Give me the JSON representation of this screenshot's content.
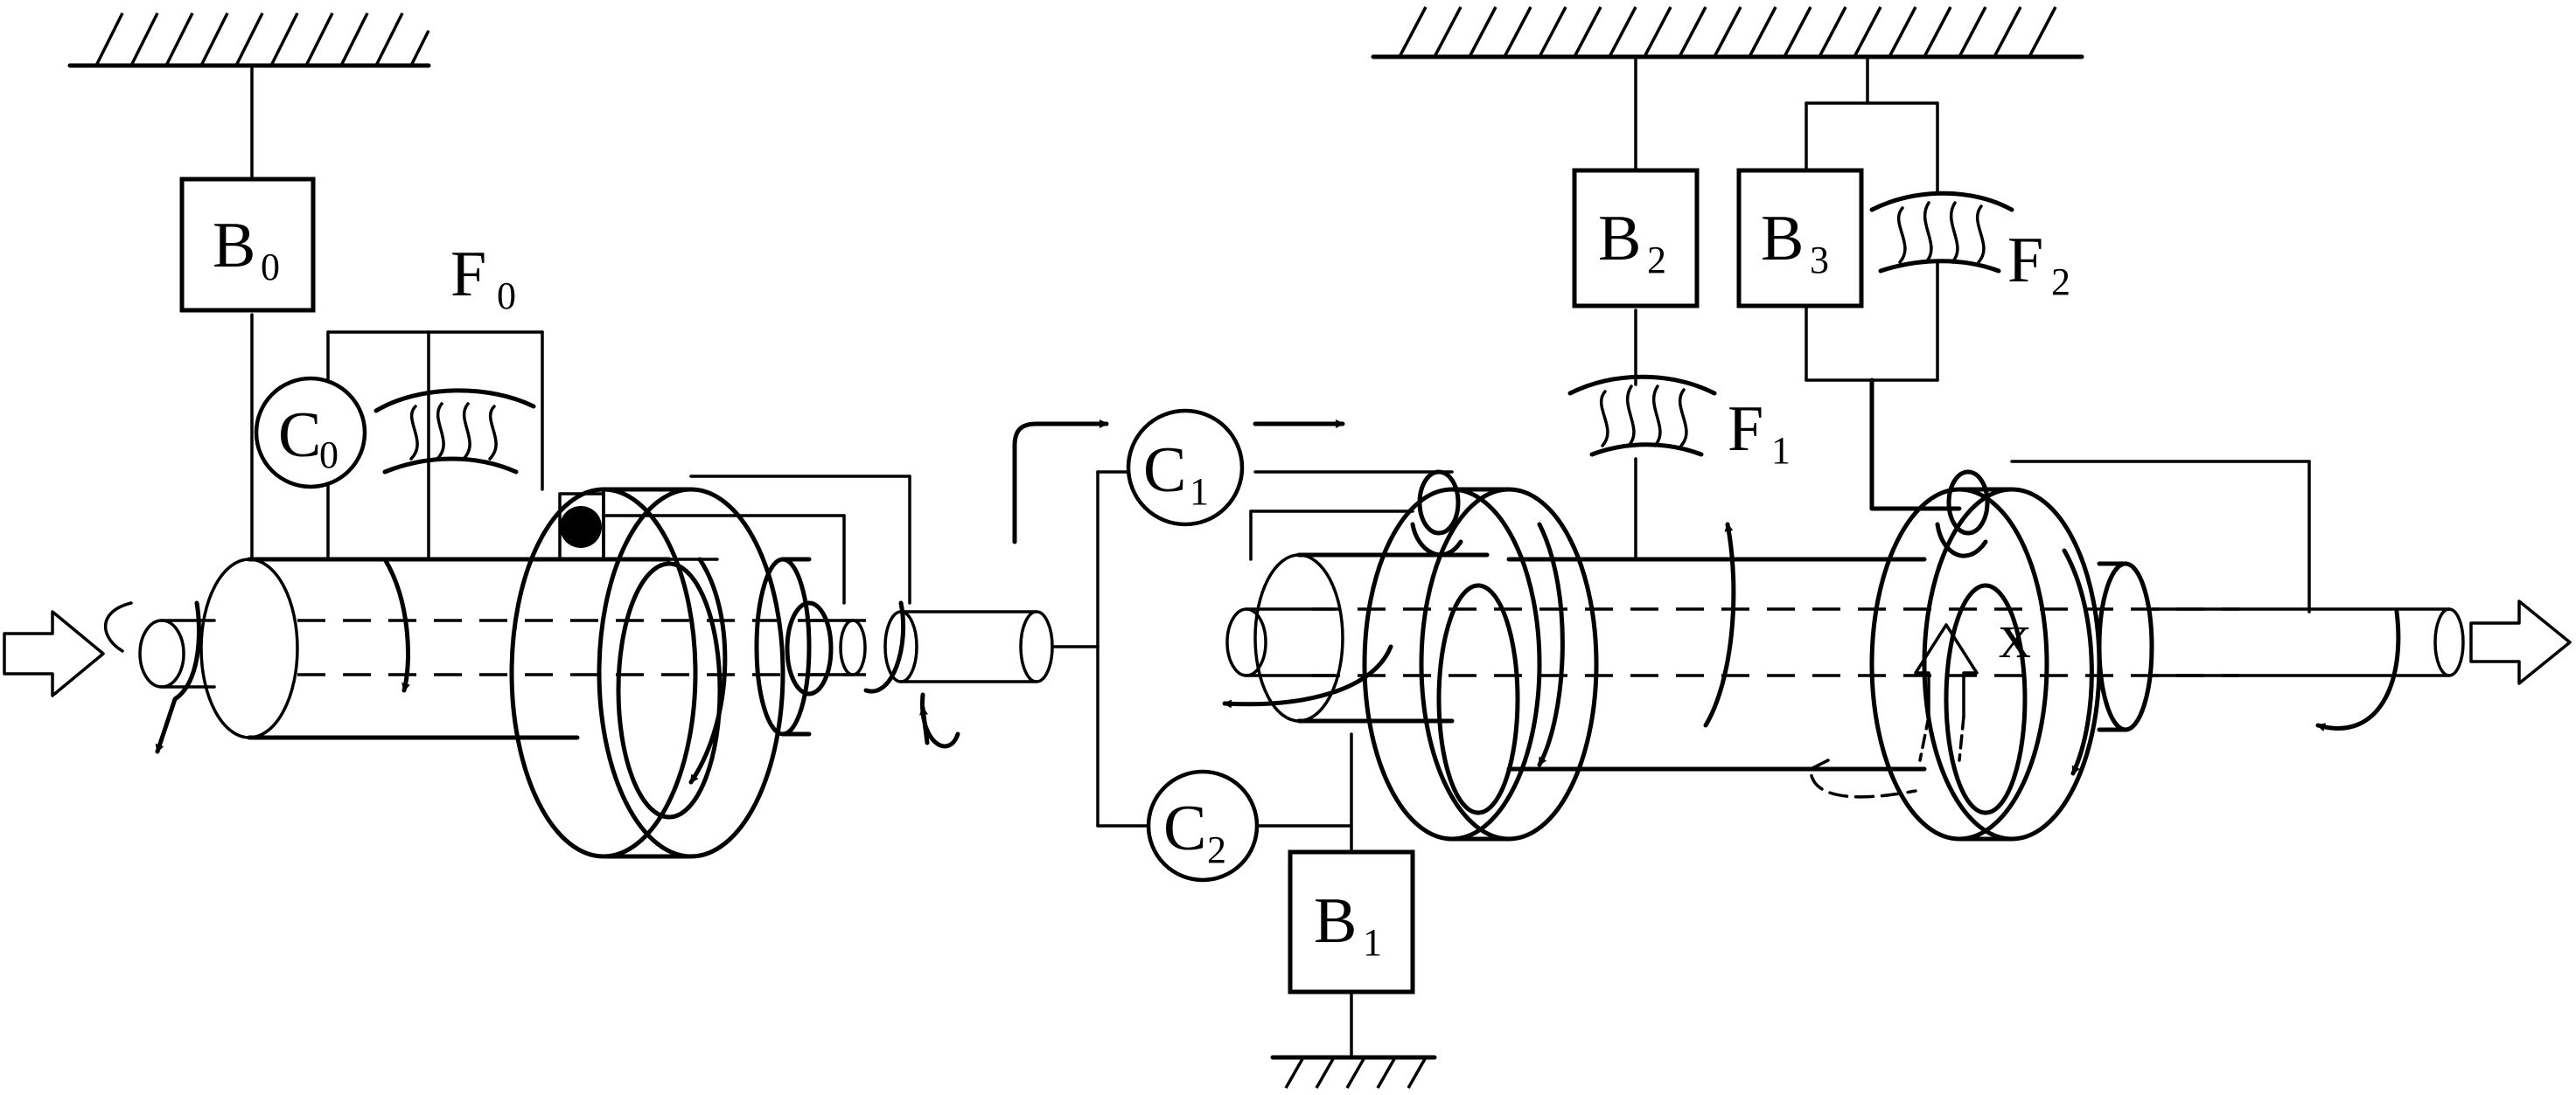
{
  "labels": {
    "B0": {
      "main": "B",
      "sub": "0"
    },
    "B1": {
      "main": "B",
      "sub": "1"
    },
    "B2": {
      "main": "B",
      "sub": "2"
    },
    "B3": {
      "main": "B",
      "sub": "3"
    },
    "C0": {
      "main": "C",
      "sub": "0"
    },
    "C1": {
      "main": "C",
      "sub": "1"
    },
    "C2": {
      "main": "C",
      "sub": "2"
    },
    "F0": {
      "main": "F",
      "sub": "0"
    },
    "F1": {
      "main": "F",
      "sub": "1"
    },
    "F2": {
      "main": "F",
      "sub": "2"
    },
    "X": "x"
  }
}
